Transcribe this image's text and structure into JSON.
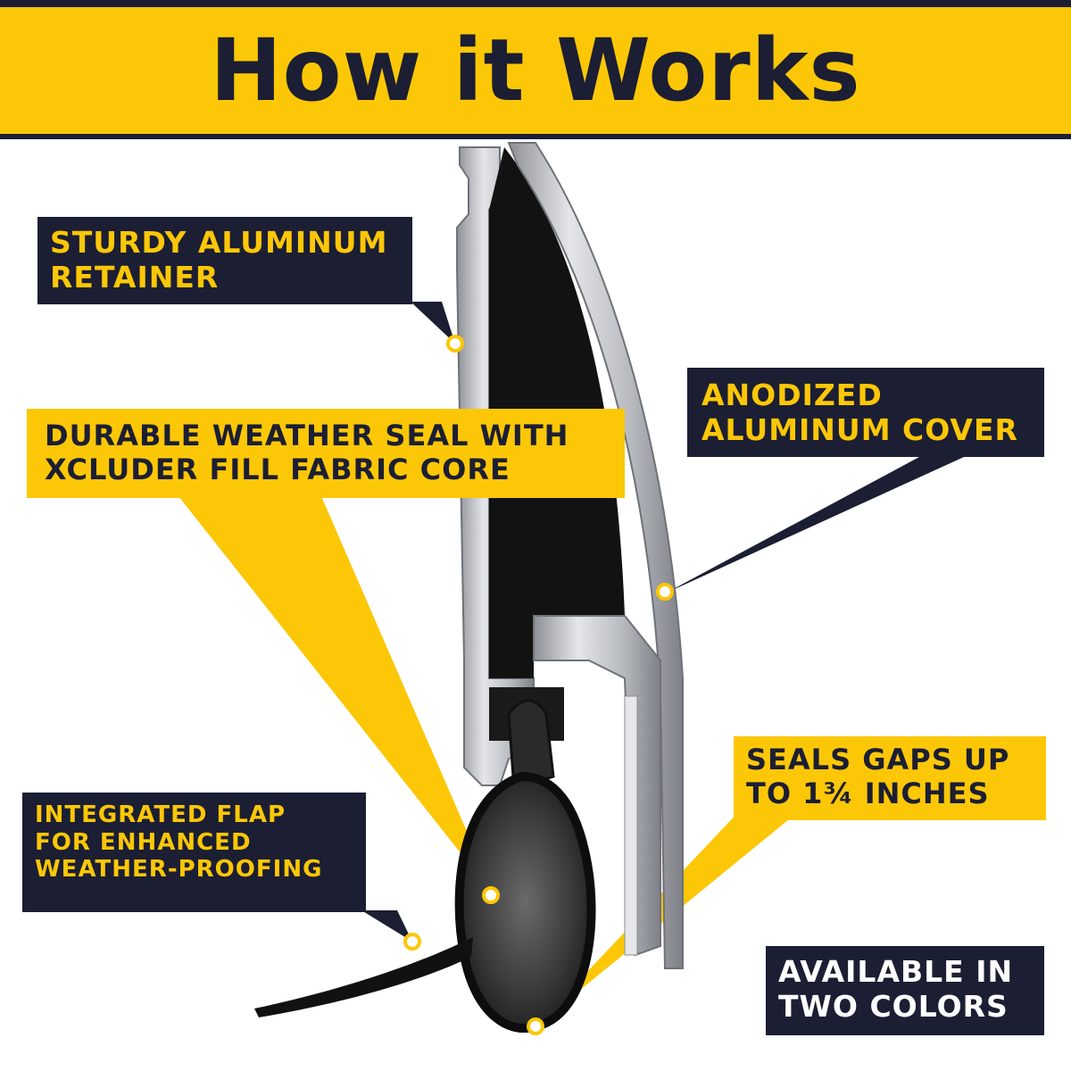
{
  "header": {
    "title": "How it Works"
  },
  "callouts": {
    "retainer": "STURDY ALUMINUM\nRETAINER",
    "weather_seal": "DURABLE WEATHER SEAL WITH\nXCLUDER FILL FABRIC CORE",
    "cover": "ANODIZED\nALUMINUM COVER",
    "flap": "INTEGRATED FLAP\nFOR ENHANCED\nWEATHER-PROOFING",
    "gaps": "SEALS GAPS UP\nTO 1¾ INCHES",
    "colors": "AVAILABLE IN\nTWO COLORS"
  },
  "colors": {
    "navy": "#1c1e33",
    "yellow": "#fcc707",
    "aluminum": "#c9ccd1"
  }
}
